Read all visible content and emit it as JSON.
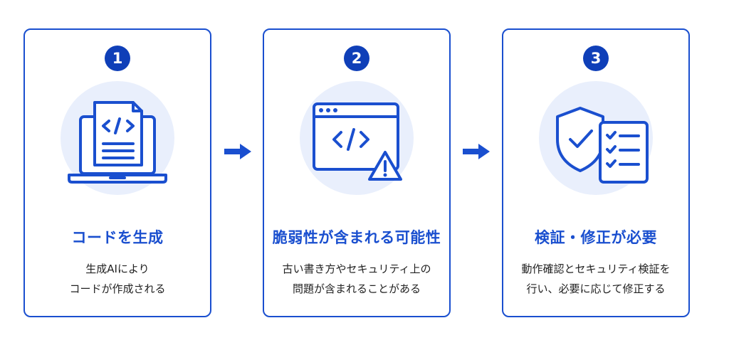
{
  "colors": {
    "accent": "#1a4fcf",
    "badge": "#0f3fb8",
    "circle_bg": "#e9effc",
    "text": "#222222"
  },
  "steps": [
    {
      "number": "1",
      "icon": "laptop-code-document-icon",
      "title": "コードを生成",
      "desc": [
        "生成AIにより",
        "コードが作成される"
      ]
    },
    {
      "number": "2",
      "icon": "browser-code-warning-icon",
      "title": "脆弱性が含まれる可能性",
      "desc": [
        "古い書き方やセキュリティ上の",
        "問題が含まれることがある"
      ]
    },
    {
      "number": "3",
      "icon": "shield-checklist-icon",
      "title": "検証・修正が必要",
      "desc": [
        "動作確認とセキュリティ検証を",
        "行い、必要に応じて修正する"
      ]
    }
  ],
  "arrows": [
    "arrow-right-icon",
    "arrow-right-icon"
  ]
}
